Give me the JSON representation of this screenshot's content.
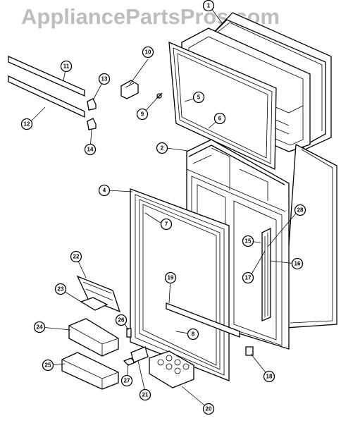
{
  "watermark": "AppliancePartsPros.com",
  "callouts": [
    "1",
    "2",
    "4",
    "5",
    "6",
    "7",
    "8",
    "9",
    "10",
    "11",
    "12",
    "13",
    "14",
    "15",
    "16",
    "17",
    "18",
    "19",
    "20",
    "21",
    "22",
    "23",
    "24",
    "25",
    "26",
    "27",
    "28"
  ]
}
